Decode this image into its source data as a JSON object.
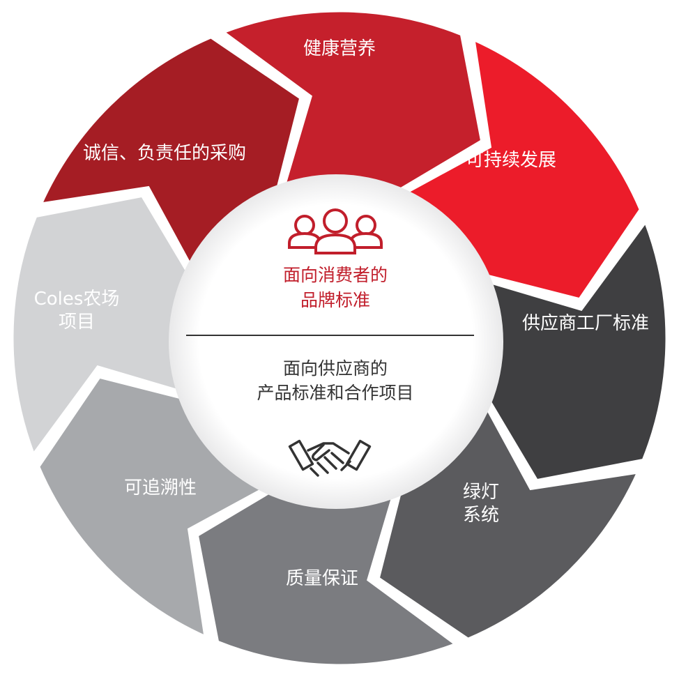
{
  "diagram": {
    "segments": [
      {
        "label": [
          "健康营养"
        ],
        "color": "#c5202c"
      },
      {
        "label": [
          "可持续发展"
        ],
        "color": "#ec1c2a"
      },
      {
        "label": [
          "供应商工厂标准"
        ],
        "color": "#3f3f41"
      },
      {
        "label": [
          "绿灯",
          "系统"
        ],
        "color": "#5b5b5e"
      },
      {
        "label": [
          "质量保证"
        ],
        "color": "#7b7c80"
      },
      {
        "label": [
          "可追溯性"
        ],
        "color": "#a7a9ac"
      },
      {
        "label": [
          "Coles农场",
          "项目"
        ],
        "color": "#d2d3d5"
      },
      {
        "label": [
          "诚信、负责任的采购"
        ],
        "color": "#a51d24"
      }
    ],
    "center": {
      "consumer_icon": "people-group-icon",
      "consumer_lines": [
        "面向消费者的",
        "品牌标准"
      ],
      "supplier_lines": [
        "面向供应商的",
        "产品标准和合作项目"
      ],
      "supplier_icon": "handshake-icon"
    }
  }
}
